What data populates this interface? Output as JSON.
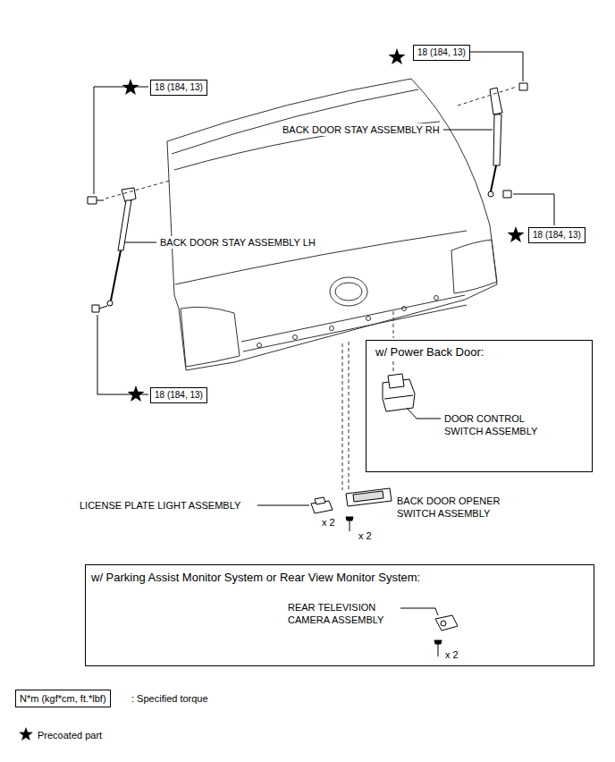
{
  "diagram": {
    "nodes": [
      {
        "text": [
          "18 (184, 13)"
        ]
      },
      {
        "text": [
          "18 (184, 13)"
        ]
      },
      {
        "text": [
          "18 (184, 13)"
        ]
      },
      {
        "text": [
          "18 (184, 13)"
        ]
      },
      {
        "text": [
          "w/ Power Back Door:",
          "DOOR CONTROL SWITCH ASSEMBLY"
        ]
      },
      {
        "text": [
          "w/ Parking Assist Monitor System or Rear View Monitor System:",
          "REAR TELEVISION CAMERA ASSEMBLY"
        ]
      }
    ],
    "labels": [
      "BACK DOOR STAY ASSEMBLY RH",
      "BACK DOOR STAY ASSEMBLY LH",
      "LICENSE PLATE LIGHT ASSEMBLY",
      "x 2",
      "BACK DOOR OPENER SWITCH ASSEMBLY",
      "x 2",
      "x 2",
      "N*m (kgf*cm, ft.*lbf)"
    ],
    "legend": [
      {
        "text": ": Specified torque"
      },
      {
        "text": "Precoated part"
      }
    ]
  }
}
